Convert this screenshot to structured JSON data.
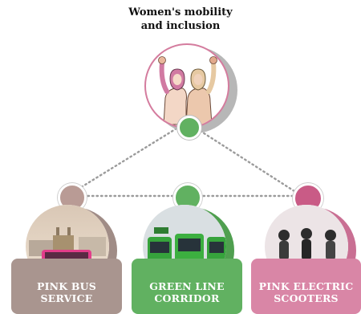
{
  "title": {
    "line1": "Women's mobility",
    "line2": "and inclusion"
  },
  "colors": {
    "pink_bus": "#a9958f",
    "green_line": "#61b161",
    "pink_scooter": "#d986a6",
    "hub_border": "#d47c9e",
    "connector": "#9b9b9b"
  },
  "branches": [
    {
      "id": "pink-bus",
      "line1": "PINK BUS",
      "line2": "SERVICE",
      "icon": "pink-bus-photo"
    },
    {
      "id": "green-line",
      "line1": "GREEN LINE",
      "line2": "CORRIDOR",
      "icon": "green-bus-photo"
    },
    {
      "id": "pink-scooters",
      "line1": "PINK ELECTRIC",
      "line2": "SCOOTERS",
      "icon": "women-on-scooters-photo"
    }
  ]
}
